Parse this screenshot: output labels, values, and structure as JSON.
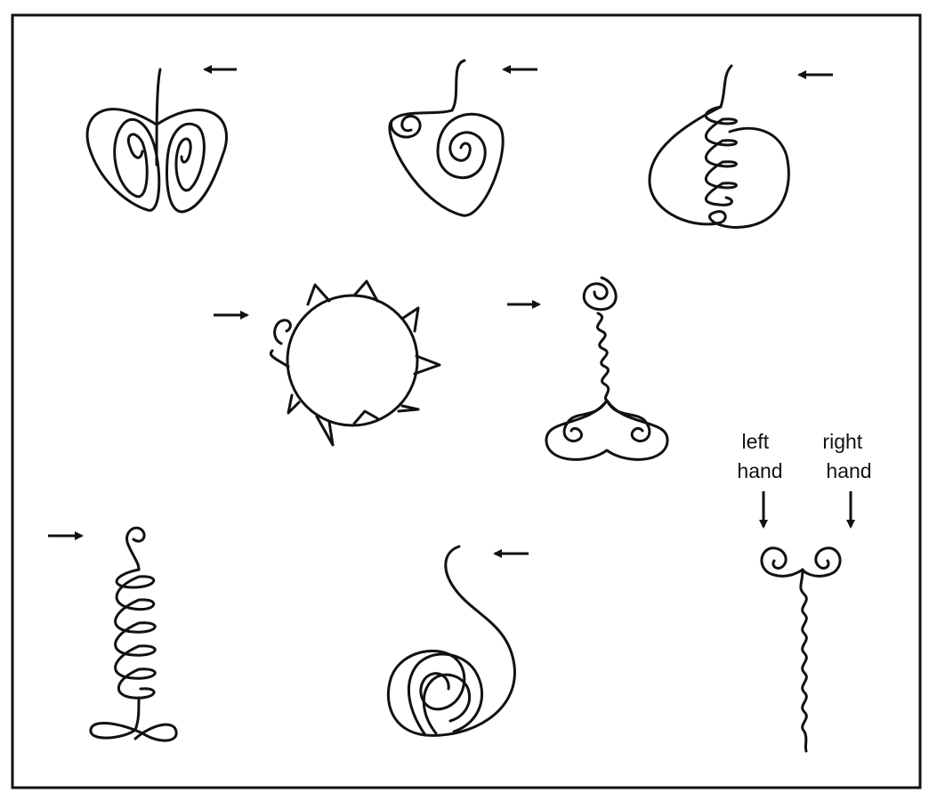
{
  "labels": {
    "left_hand": [
      "left",
      "hand"
    ],
    "right_hand": [
      "right",
      "hand"
    ]
  },
  "colors": {
    "ink": "#111111",
    "background": "#ffffff",
    "frame": "#111111"
  },
  "symbols": [
    {
      "name": "double-spiral-symbol",
      "start_arrow": "left-pointing"
    },
    {
      "name": "triangle-spiral-symbol",
      "start_arrow": "left-pointing"
    },
    {
      "name": "loop-heart-symbol",
      "start_arrow": "left-pointing"
    },
    {
      "name": "spiked-circle-symbol",
      "start_arrow": "right-pointing"
    },
    {
      "name": "curl-wave-anchor-symbol",
      "start_arrow": "right-pointing"
    },
    {
      "name": "vertical-loop-chain-symbol",
      "start_arrow": "right-pointing"
    },
    {
      "name": "nested-spiral-symbol",
      "start_arrow": "left-pointing"
    },
    {
      "name": "two-hand-curl-wave-symbol",
      "start_arrow": "down-pointing"
    }
  ]
}
